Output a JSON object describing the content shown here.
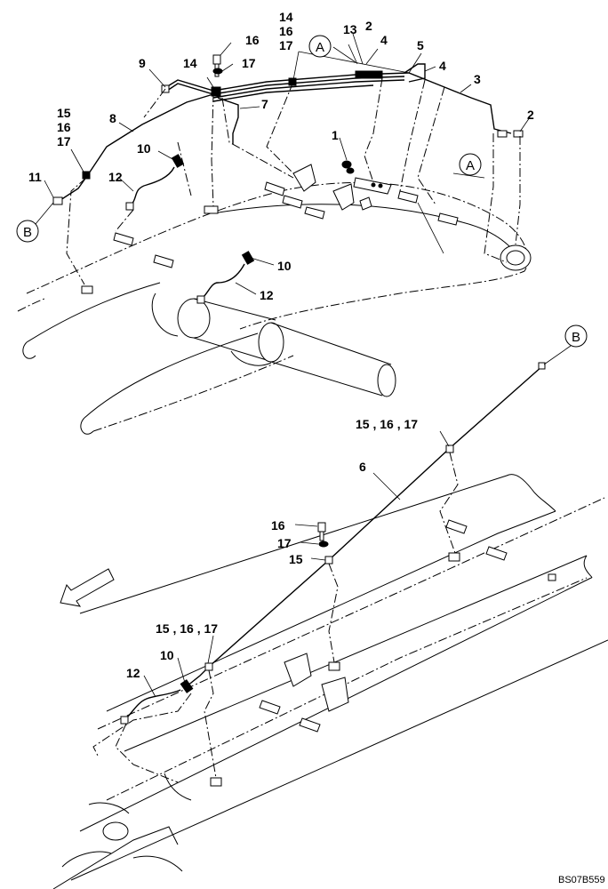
{
  "callouts": {
    "c_16_top": "16",
    "c_17_top": "17",
    "c_14_top": "14",
    "c_9": "9",
    "c_14_stack": "14",
    "c_16_stack": "16",
    "c_17_stack": "17",
    "c_13": "13",
    "c_2_top": "2",
    "c_4_top": "4",
    "c_5": "5",
    "c_4_mid": "4",
    "c_3": "3",
    "c_2_right": "2",
    "c_7": "7",
    "c_1": "1",
    "c_15_left": "15",
    "c_16_left": "16",
    "c_17_left": "17",
    "c_8": "8",
    "c_10_left": "10",
    "c_11": "11",
    "c_12_left": "12",
    "c_10_mid": "10",
    "c_12_mid": "12",
    "c_15_16_17_lower_right": "15 , 16 , 17",
    "c_6": "6",
    "c_16_lower": "16",
    "c_17_lower": "17",
    "c_15_lower": "15",
    "c_15_16_17_lower_left": "15 , 16 , 17",
    "c_10_lower": "10",
    "c_12_lower": "12"
  },
  "connectors": {
    "a_top": "A",
    "a_right": "A",
    "b_left": "B",
    "b_lower": "B"
  },
  "drawing_code": "BS07B559"
}
